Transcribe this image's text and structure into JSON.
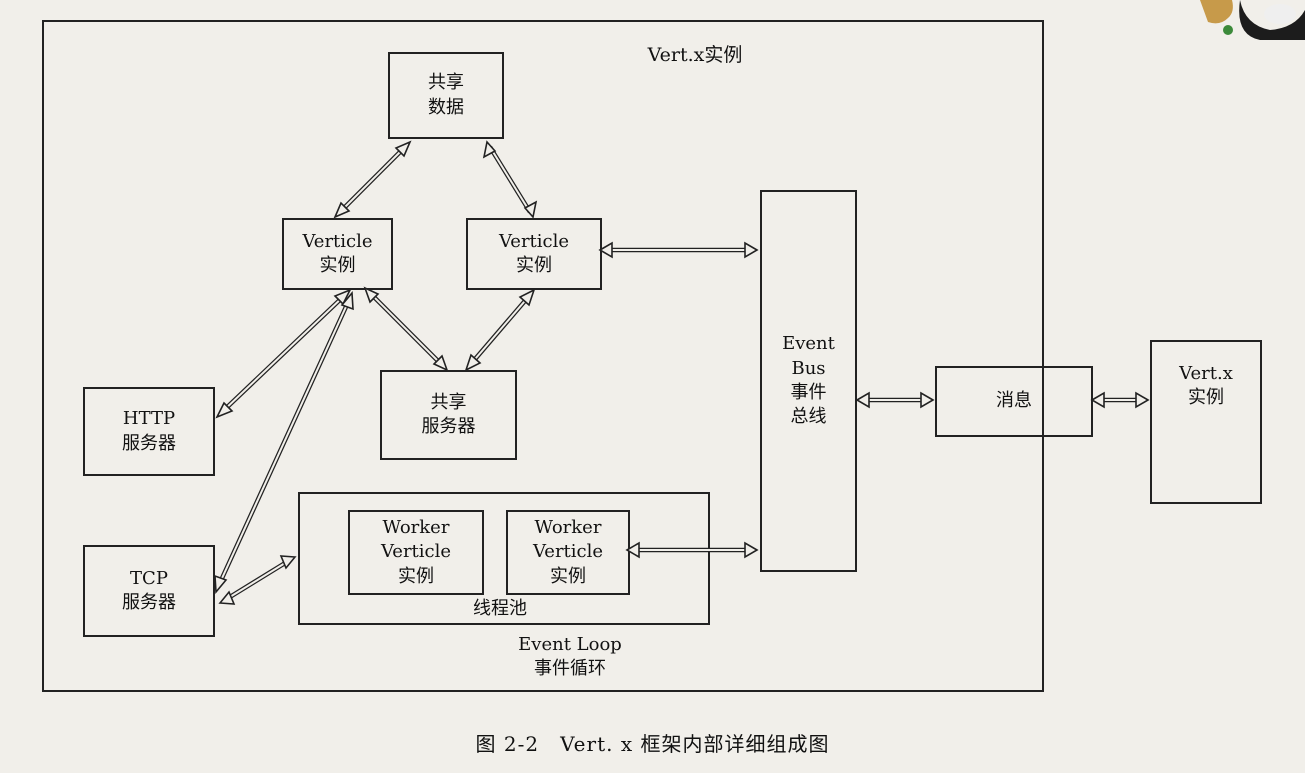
{
  "diagram": {
    "instance_label": "Vert.x实例",
    "shared_data": [
      "共享",
      "数据"
    ],
    "verticle_1": [
      "Verticle",
      "实例"
    ],
    "verticle_2": [
      "Verticle",
      "实例"
    ],
    "shared_server": [
      "共享",
      "服务器"
    ],
    "http_server": [
      "HTTP",
      "服务器"
    ],
    "tcp_server": [
      "TCP",
      "服务器"
    ],
    "worker_1": [
      "Worker",
      "Verticle",
      "实例"
    ],
    "worker_2": [
      "Worker",
      "Verticle",
      "实例"
    ],
    "thread_pool_label": "线程池",
    "event_loop_label": [
      "Event Loop",
      "事件循环"
    ],
    "event_bus": [
      "Event",
      "Bus",
      "事件",
      "总线"
    ],
    "message": "消息",
    "remote_instance": [
      "Vert.x",
      "实例"
    ]
  },
  "caption": "图 2-2　Vert. x 框架内部详细组成图"
}
